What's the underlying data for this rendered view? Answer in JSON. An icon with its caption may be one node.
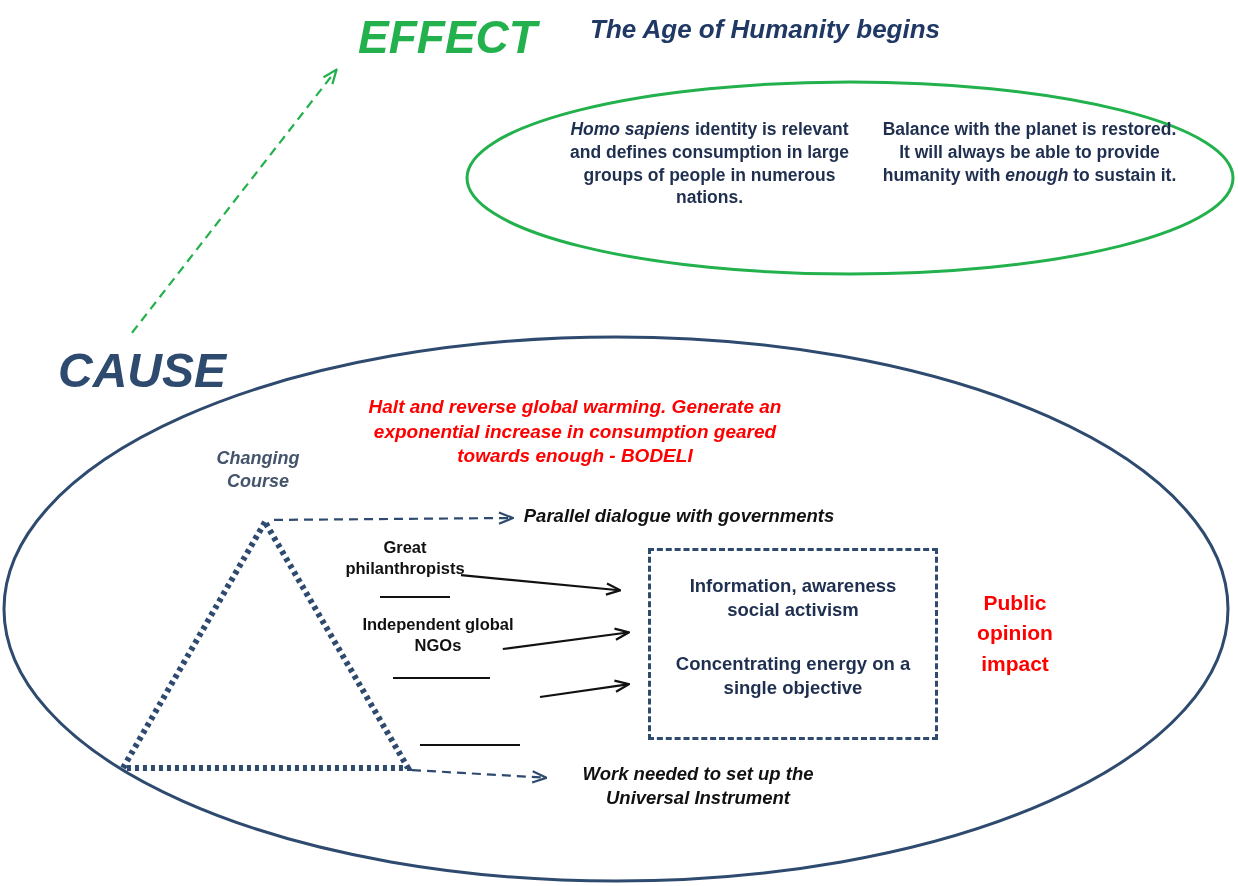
{
  "diagram": {
    "title": "The Age of Humanity begins",
    "nodes": [
      {
        "text": [
          "EFFECT"
        ]
      },
      {
        "text": [
          "CAUSE"
        ]
      },
      {
        "text": [
          "*Homo sapiens* identity is relevant and defines consumption in large groups of people in numerous nations.",
          "Balance with the planet is restored. It will always be able to provide humanity with *enough* to sustain it."
        ]
      },
      {
        "text": [
          "Halt and reverse global warming. Generate an exponential increase in consumption geared towards enough - BODELI"
        ]
      },
      {
        "text": [
          "Changing Course"
        ],
        "in": 3
      },
      {
        "text": [
          "Parallel dialogue with governments"
        ],
        "in": 3
      },
      {
        "text": [
          "Great philanthropists"
        ],
        "in": 3
      },
      {
        "text": [
          "Independent global NGOs"
        ],
        "in": 3
      },
      {
        "text": [
          "Information, awareness social activism",
          "Concentrating energy on a single objective"
        ],
        "beside": [
          "Public opinion impact"
        ],
        "in": 3
      },
      {
        "text": [
          "Work needed to set up the Universal Instrument"
        ],
        "in": 3
      }
    ],
    "edges": [
      {
        "from": 1,
        "to": 0,
        "arrow": "to",
        "style": "dashed",
        "color": "#22b14c"
      },
      {
        "from": 4,
        "to": 5,
        "arrow": "to",
        "style": "dashed",
        "color": "#2e4a6e"
      },
      {
        "from": 6,
        "to": 8,
        "arrow": "to"
      },
      {
        "from": 7,
        "to": 8,
        "arrow": "to"
      },
      {
        "from": null,
        "to": 8,
        "arrow": "to"
      },
      {
        "from": 4,
        "to": 9,
        "arrow": "to",
        "style": "dashed",
        "color": "#2e4a6e"
      }
    ]
  }
}
